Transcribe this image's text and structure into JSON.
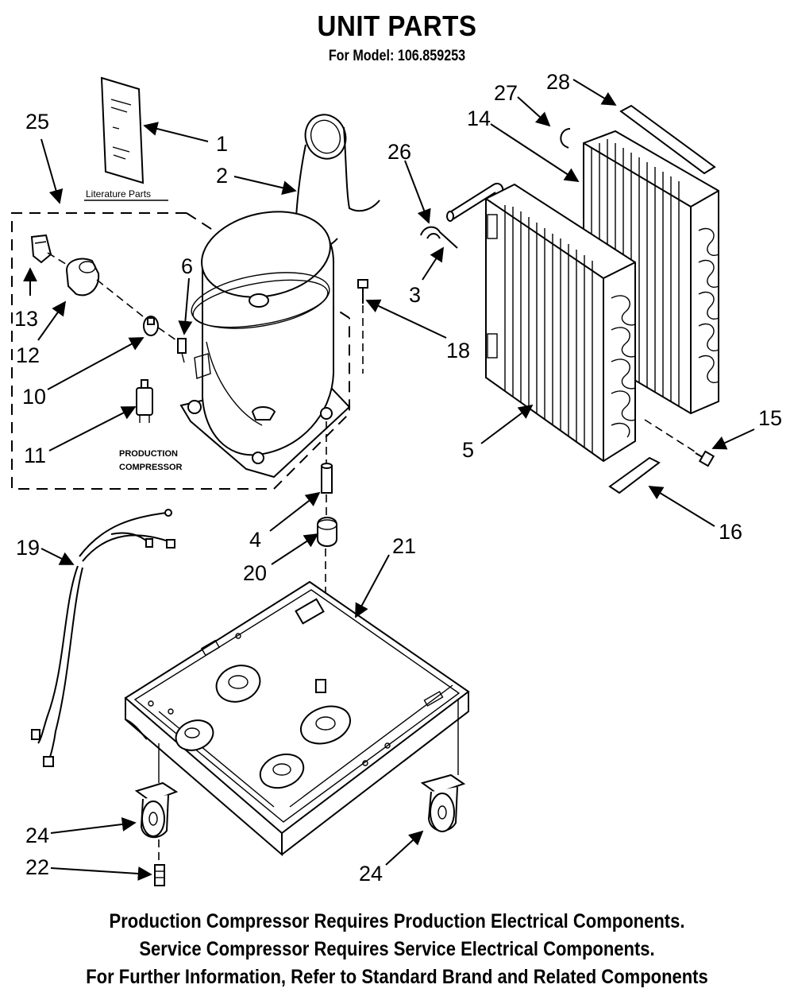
{
  "header": {
    "title": "UNIT PARTS",
    "model_line": "For Model: 106.859253"
  },
  "diagram": {
    "literature_label": "Literature Parts",
    "production_label_line1": "PRODUCTION",
    "production_label_line2": "COMPRESSOR",
    "callouts": {
      "c1": "1",
      "c2": "2",
      "c3": "3",
      "c4": "4",
      "c5": "5",
      "c6": "6",
      "c10": "10",
      "c11": "11",
      "c12": "12",
      "c13": "13",
      "c14": "14",
      "c15": "15",
      "c16": "16",
      "c18": "18",
      "c19": "19",
      "c20": "20",
      "c21": "21",
      "c22": "22",
      "c24a": "24",
      "c24b": "24",
      "c25": "25",
      "c26": "26",
      "c27": "27",
      "c28": "28"
    }
  },
  "footer": {
    "note1": "Production Compressor Requires Production Electrical Components.",
    "note2": "Service Compressor Requires Service Electrical Components.",
    "note3": "For Further Information, Refer to Standard Brand and Related Components"
  }
}
